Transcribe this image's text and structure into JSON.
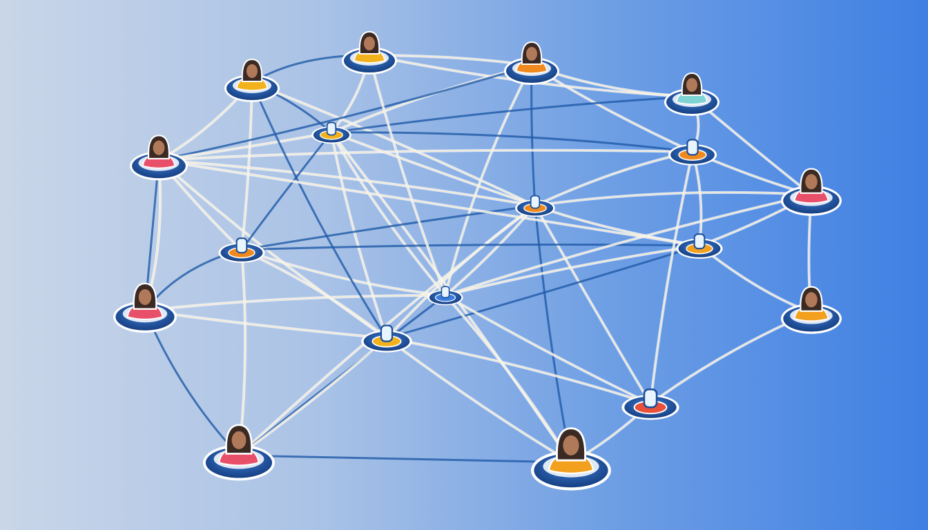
{
  "colors": {
    "background_left": "#c9d6e8",
    "background_right": "#3f80e3",
    "edge_light": "#f4ead2",
    "edge_dark": "#1f5aa8",
    "node_ring": "#1d4f97"
  },
  "nodes": [
    {
      "id": "p1",
      "type": "person",
      "accent": "#f2b21e"
    },
    {
      "id": "p2",
      "type": "person",
      "accent": "#f2b21e"
    },
    {
      "id": "p3",
      "type": "person",
      "accent": "#f08a1e"
    },
    {
      "id": "p4",
      "type": "person",
      "accent": "#7fd3d3"
    },
    {
      "id": "p5",
      "type": "person",
      "accent": "#e8506a"
    },
    {
      "id": "p6",
      "type": "person",
      "accent": "#e8506a"
    },
    {
      "id": "p7",
      "type": "person",
      "accent": "#e8506a"
    },
    {
      "id": "p8",
      "type": "person",
      "accent": "#f2a01e"
    },
    {
      "id": "p9",
      "type": "person",
      "accent": "#e8506a"
    },
    {
      "id": "p10",
      "type": "person",
      "accent": "#f2a01e"
    },
    {
      "id": "d1",
      "type": "device",
      "accent": "#f2b21e"
    },
    {
      "id": "d2",
      "type": "device",
      "accent": "#f08a1e"
    },
    {
      "id": "d3",
      "type": "device",
      "accent": "#f08a1e"
    },
    {
      "id": "d4",
      "type": "device",
      "accent": "#f08a1e"
    },
    {
      "id": "d5",
      "type": "device",
      "accent": "#f2a01e"
    },
    {
      "id": "d6",
      "type": "device",
      "accent": "#3a7be0"
    },
    {
      "id": "d7",
      "type": "device",
      "accent": "#f2b21e"
    },
    {
      "id": "d8",
      "type": "device",
      "accent": "#e8503a"
    }
  ],
  "edges": [
    [
      "p1",
      "p2"
    ],
    [
      "p1",
      "p3"
    ],
    [
      "p1",
      "d1"
    ],
    [
      "p1",
      "p4"
    ],
    [
      "p2",
      "d1"
    ],
    [
      "p2",
      "d4"
    ],
    [
      "p2",
      "p5"
    ],
    [
      "p2",
      "d3"
    ],
    [
      "p3",
      "d3"
    ],
    [
      "p3",
      "p4"
    ],
    [
      "p3",
      "d1"
    ],
    [
      "p3",
      "d2"
    ],
    [
      "p3",
      "p5"
    ],
    [
      "p3",
      "d6"
    ],
    [
      "p4",
      "d2"
    ],
    [
      "p4",
      "p6"
    ],
    [
      "p4",
      "d1"
    ],
    [
      "p5",
      "d1"
    ],
    [
      "p5",
      "d4"
    ],
    [
      "p5",
      "d3"
    ],
    [
      "p5",
      "p7"
    ],
    [
      "p5",
      "d7"
    ],
    [
      "p5",
      "d2"
    ],
    [
      "d1",
      "d3"
    ],
    [
      "d1",
      "d4"
    ],
    [
      "d1",
      "d7"
    ],
    [
      "d1",
      "d6"
    ],
    [
      "d1",
      "p10"
    ],
    [
      "d1",
      "d2"
    ],
    [
      "d2",
      "d5"
    ],
    [
      "d2",
      "p6"
    ],
    [
      "d2",
      "d3"
    ],
    [
      "d3",
      "d4"
    ],
    [
      "d3",
      "d6"
    ],
    [
      "d3",
      "d7"
    ],
    [
      "d3",
      "d8"
    ],
    [
      "d3",
      "p10"
    ],
    [
      "d3",
      "p6"
    ],
    [
      "d3",
      "p9"
    ],
    [
      "d3",
      "d5"
    ],
    [
      "d4",
      "p7"
    ],
    [
      "d4",
      "d7"
    ],
    [
      "d4",
      "p9"
    ],
    [
      "d4",
      "d6"
    ],
    [
      "d4",
      "d5"
    ],
    [
      "d5",
      "p6"
    ],
    [
      "d5",
      "p8"
    ],
    [
      "d5",
      "d6"
    ],
    [
      "d5",
      "d7"
    ],
    [
      "p6",
      "p8"
    ],
    [
      "p6",
      "d6"
    ],
    [
      "p7",
      "d7"
    ],
    [
      "p7",
      "p9"
    ],
    [
      "p7",
      "d6"
    ],
    [
      "d6",
      "p10"
    ],
    [
      "d6",
      "d8"
    ],
    [
      "d6",
      "p9"
    ],
    [
      "d7",
      "p9"
    ],
    [
      "d7",
      "p10"
    ],
    [
      "d7",
      "d8"
    ],
    [
      "p9",
      "p10"
    ],
    [
      "p10",
      "d8"
    ],
    [
      "d8",
      "p8"
    ],
    [
      "d8",
      "d2"
    ],
    [
      "p2",
      "d7"
    ],
    [
      "p1",
      "d6"
    ],
    [
      "p5",
      "d5"
    ],
    [
      "p7",
      "p5"
    ]
  ]
}
